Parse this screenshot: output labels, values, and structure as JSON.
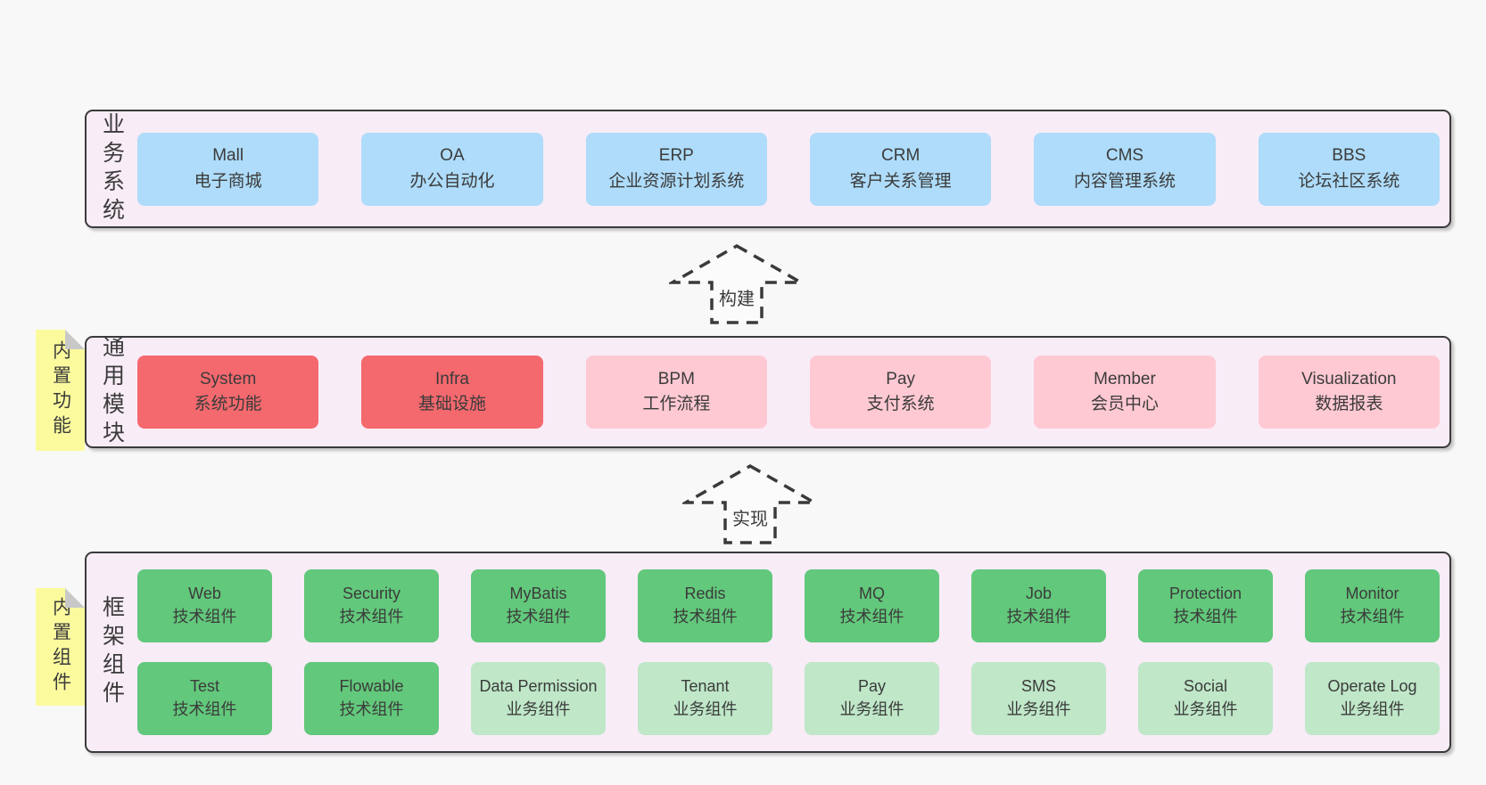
{
  "arrows": {
    "build": "构建",
    "implement": "实现"
  },
  "colors": {
    "page_bg": "#f8f8f8",
    "panel_bg": "#f8ecf7",
    "panel_border": "#3a3a3a",
    "box_blue": "#aedcfa",
    "box_red": "#f4696e",
    "box_pink": "#ffc9d3",
    "box_green_dark": "#62c87b",
    "box_green_light": "#bfe7c8",
    "note_yellow": "#fbfb9e",
    "note_fold_gray": "#c8c8c8",
    "text": "#3b3b3b"
  },
  "layers": {
    "business": {
      "side_label": "业务系统",
      "boxes": [
        {
          "title": "Mall",
          "subtitle": "电子商城",
          "variant": "blue"
        },
        {
          "title": "OA",
          "subtitle": "办公自动化",
          "variant": "blue"
        },
        {
          "title": "ERP",
          "subtitle": "企业资源计划系统",
          "variant": "blue"
        },
        {
          "title": "CRM",
          "subtitle": "客户关系管理",
          "variant": "blue"
        },
        {
          "title": "CMS",
          "subtitle": "内容管理系统",
          "variant": "blue"
        },
        {
          "title": "BBS",
          "subtitle": "论坛社区系统",
          "variant": "blue"
        }
      ]
    },
    "modules": {
      "side_label": "通用模块",
      "note": "内置功能",
      "boxes": [
        {
          "title": "System",
          "subtitle": "系统功能",
          "variant": "red"
        },
        {
          "title": "Infra",
          "subtitle": "基础设施",
          "variant": "red"
        },
        {
          "title": "BPM",
          "subtitle": "工作流程",
          "variant": "pink"
        },
        {
          "title": "Pay",
          "subtitle": "支付系统",
          "variant": "pink"
        },
        {
          "title": "Member",
          "subtitle": "会员中心",
          "variant": "pink"
        },
        {
          "title": "Visualization",
          "subtitle": "数据报表",
          "variant": "pink"
        }
      ]
    },
    "components": {
      "side_label": "框架组件",
      "note": "内置组件",
      "row1": [
        {
          "title": "Web",
          "subtitle": "技术组件",
          "variant": "green-dark"
        },
        {
          "title": "Security",
          "subtitle": "技术组件",
          "variant": "green-dark"
        },
        {
          "title": "MyBatis",
          "subtitle": "技术组件",
          "variant": "green-dark"
        },
        {
          "title": "Redis",
          "subtitle": "技术组件",
          "variant": "green-dark"
        },
        {
          "title": "MQ",
          "subtitle": "技术组件",
          "variant": "green-dark"
        },
        {
          "title": "Job",
          "subtitle": "技术组件",
          "variant": "green-dark"
        },
        {
          "title": "Protection",
          "subtitle": "技术组件",
          "variant": "green-dark"
        },
        {
          "title": "Monitor",
          "subtitle": "技术组件",
          "variant": "green-dark"
        }
      ],
      "row2": [
        {
          "title": "Test",
          "subtitle": "技术组件",
          "variant": "green-dark"
        },
        {
          "title": "Flowable",
          "subtitle": "技术组件",
          "variant": "green-dark"
        },
        {
          "title": "Data Permission",
          "subtitle": "业务组件",
          "variant": "green-light"
        },
        {
          "title": "Tenant",
          "subtitle": "业务组件",
          "variant": "green-light"
        },
        {
          "title": "Pay",
          "subtitle": "业务组件",
          "variant": "green-light"
        },
        {
          "title": "SMS",
          "subtitle": "业务组件",
          "variant": "green-light"
        },
        {
          "title": "Social",
          "subtitle": "业务组件",
          "variant": "green-light"
        },
        {
          "title": "Operate Log",
          "subtitle": "业务组件",
          "variant": "green-light"
        }
      ]
    }
  }
}
